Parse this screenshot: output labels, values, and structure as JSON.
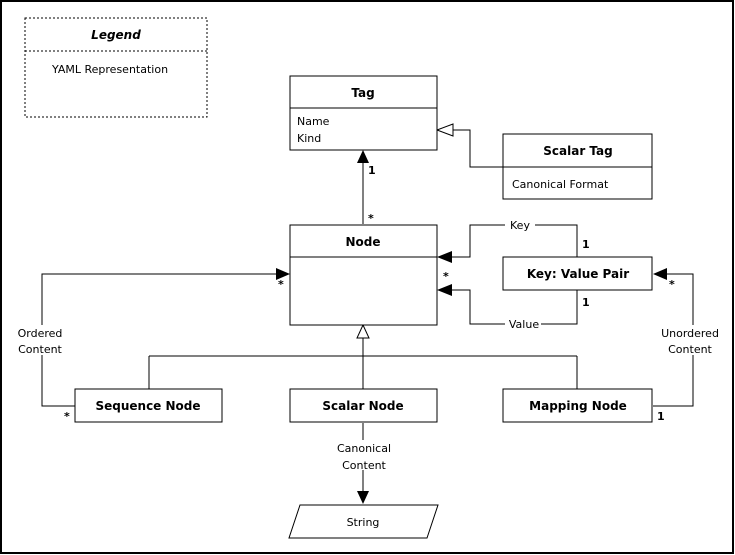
{
  "legend": {
    "title": "Legend",
    "item": "YAML Representation"
  },
  "classes": {
    "tag": {
      "name": "Tag",
      "attributes": [
        "Name",
        "Kind"
      ]
    },
    "scalar_tag": {
      "name": "Scalar Tag",
      "attributes": [
        "Canonical Format"
      ]
    },
    "node": {
      "name": "Node"
    },
    "key_value_pair": {
      "name": "Key: Value Pair"
    },
    "sequence_node": {
      "name": "Sequence Node"
    },
    "scalar_node": {
      "name": "Scalar Node"
    },
    "mapping_node": {
      "name": "Mapping Node"
    },
    "string": {
      "name": "String"
    }
  },
  "relations": {
    "node_tag": {
      "tag_mult": "1",
      "node_mult": "*"
    },
    "key": {
      "label": "Key",
      "mult": "1"
    },
    "value": {
      "label": "Value",
      "mult": "1"
    },
    "pair_node_mult": "*",
    "ordered": {
      "line1": "Ordered",
      "line2": "Content",
      "node_mult": "*",
      "seq_mult": "*"
    },
    "unordered": {
      "line1": "Unordered",
      "line2": "Content",
      "pair_mult": "*",
      "map_mult": "1"
    },
    "canonical": {
      "line1": "Canonical",
      "line2": "Content"
    }
  }
}
